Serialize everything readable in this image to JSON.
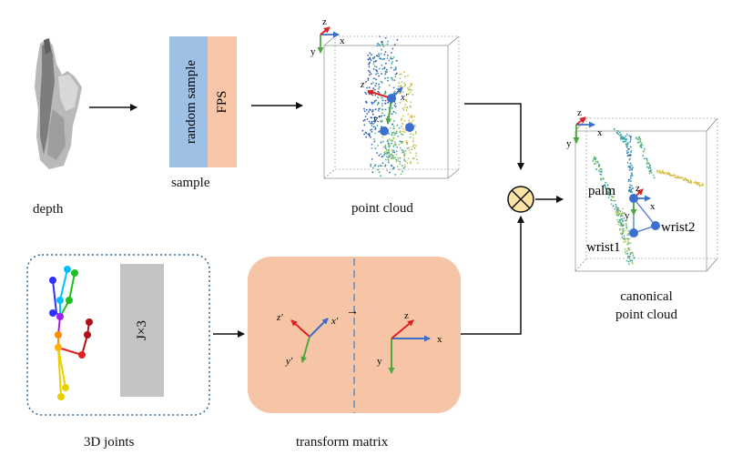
{
  "labels": {
    "depth": "depth",
    "sample": "sample",
    "point_cloud": "point cloud",
    "joints": "3D joints",
    "transform": "transform matrix",
    "canonical_line1": "canonical",
    "canonical_line2": "point cloud"
  },
  "sample_box": {
    "random": "random sample",
    "fps": "FPS"
  },
  "joints_box": {
    "shape": "J×3"
  },
  "axes": {
    "x": "x",
    "y": "y",
    "z": "z",
    "xp": "x'",
    "yp": "y'",
    "zp": "z'",
    "arrow": "→"
  },
  "canonical_points": {
    "palm": "palm",
    "wrist1": "wrist1",
    "wrist2": "wrist2"
  },
  "colors": {
    "blue_block": "#9ec0e4",
    "fps_block": "#f7c5a8",
    "transform_bg": "#f6c5a5",
    "gray_block": "#c4c4c4",
    "joint_blue": "#3d6fcf",
    "axis_red": "#e02020",
    "axis_green": "#4ea840",
    "axis_blue": "#3b6fc9",
    "combine_fill": "#fbe3a5"
  }
}
